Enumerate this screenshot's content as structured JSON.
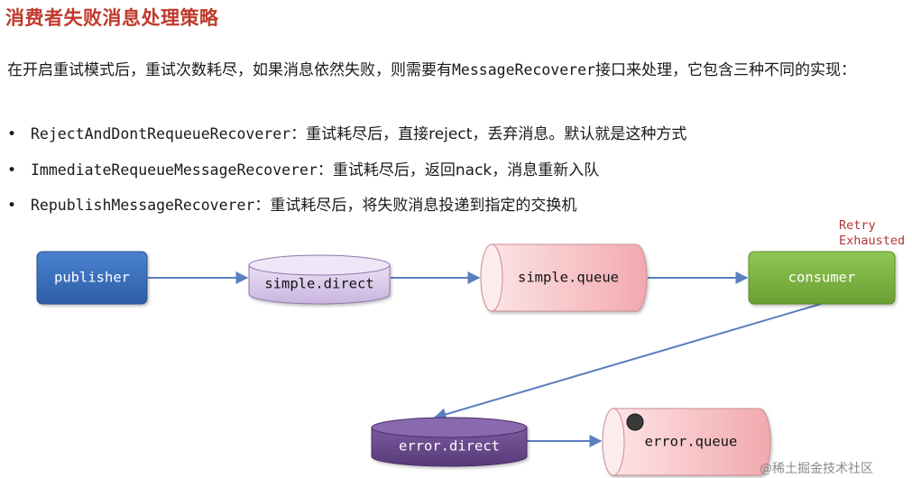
{
  "title": "消费者失败消息处理策略",
  "intro": {
    "part1": "在开启重试模式后，重试次数耗尽，如果消息依然失败，则需要有",
    "code": "MessageRecoverer",
    "part2": "接口来处理，它包含三种不同的实现："
  },
  "bullets": [
    {
      "code": "RejectAndDontRequeueRecoverer",
      "text": "：重试耗尽后，直接reject，丢弃消息。默认就是这种方式"
    },
    {
      "code": "ImmediateRequeueMessageRecoverer",
      "text": "：重试耗尽后，返回nack，消息重新入队"
    },
    {
      "code": "RepublishMessageRecoverer",
      "text": "：重试耗尽后，将失败消息投递到指定的交换机"
    }
  ],
  "bullet_symbol": "•",
  "diagram": {
    "publisher": "publisher",
    "simple_direct": "simple.direct",
    "simple_queue": "simple.queue",
    "consumer": "consumer",
    "retry_line1": "Retry",
    "retry_line2": "Exhausted",
    "error_direct": "error.direct",
    "error_queue": "error.queue"
  },
  "watermark": "@稀土掘金技术社区",
  "colors": {
    "title": "#c0392b",
    "publisher": "#3a6fb8",
    "consumer": "#7cb342",
    "exchange": "#d6c6e6",
    "error_exchange": "#6a4a8c",
    "queue": "#f7c9cc",
    "arrow": "#5b7fbf"
  }
}
